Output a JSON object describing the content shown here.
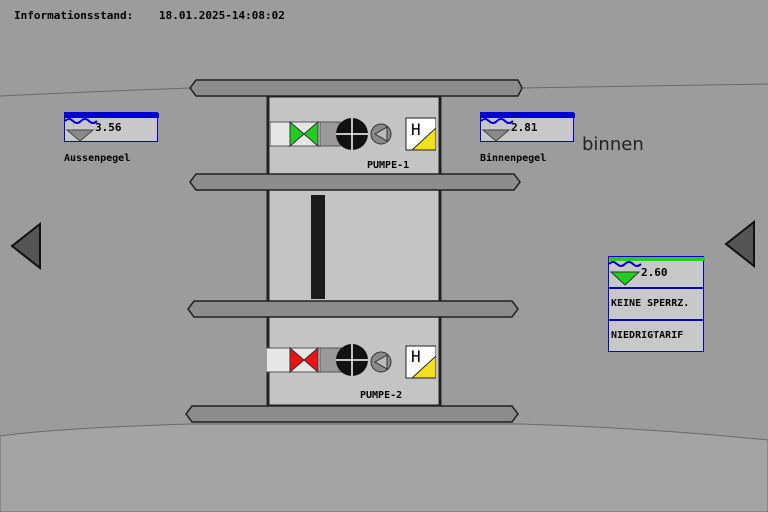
{
  "header": {
    "info_label": "Informationsstand:",
    "timestamp": "18.01.2025-14:08:02"
  },
  "outer_level": {
    "label": "Aussenpegel",
    "value": "3.56"
  },
  "inner_level": {
    "label": "Binnenpegel",
    "value": "2.81"
  },
  "side_label": "binnen",
  "pumps": [
    {
      "name": "PUMPE-1",
      "valve_color": "#22cc22",
      "mode": "H"
    },
    {
      "name": "PUMPE-2",
      "valve_color": "#ee1111",
      "mode": "H"
    }
  ],
  "right_panel": {
    "level_value": "2.60",
    "lock_status": "KEINE SPERRZ.",
    "tariff": "NIEDRIGTARIF"
  },
  "colors": {
    "background": "#9c9c9c",
    "water_line": "#0000cc",
    "level_fill": "#22cc22",
    "box_border": "#0000cc"
  }
}
